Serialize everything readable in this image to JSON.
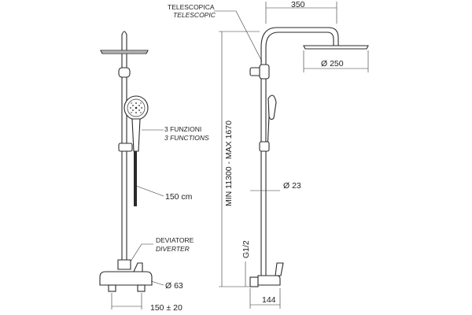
{
  "labels": {
    "telescopic_it": "TELESCOPICA",
    "telescopic_en": "TELESCOPIC",
    "functions_it": "3 FUNZIONI",
    "functions_en": "3 FUNCTIONS",
    "hose_length": "150 cm",
    "diverter_it": "DEVIATORE",
    "diverter_en": "DIVERTER",
    "diameter_63": "Ø 63",
    "spacing": "150 ± 20",
    "width_350": "350",
    "diameter_250": "Ø 250",
    "height_range": "MIN 11300 - MAX 1670",
    "diameter_23": "Ø 23",
    "thread": "G1/2",
    "depth_144": "144"
  }
}
